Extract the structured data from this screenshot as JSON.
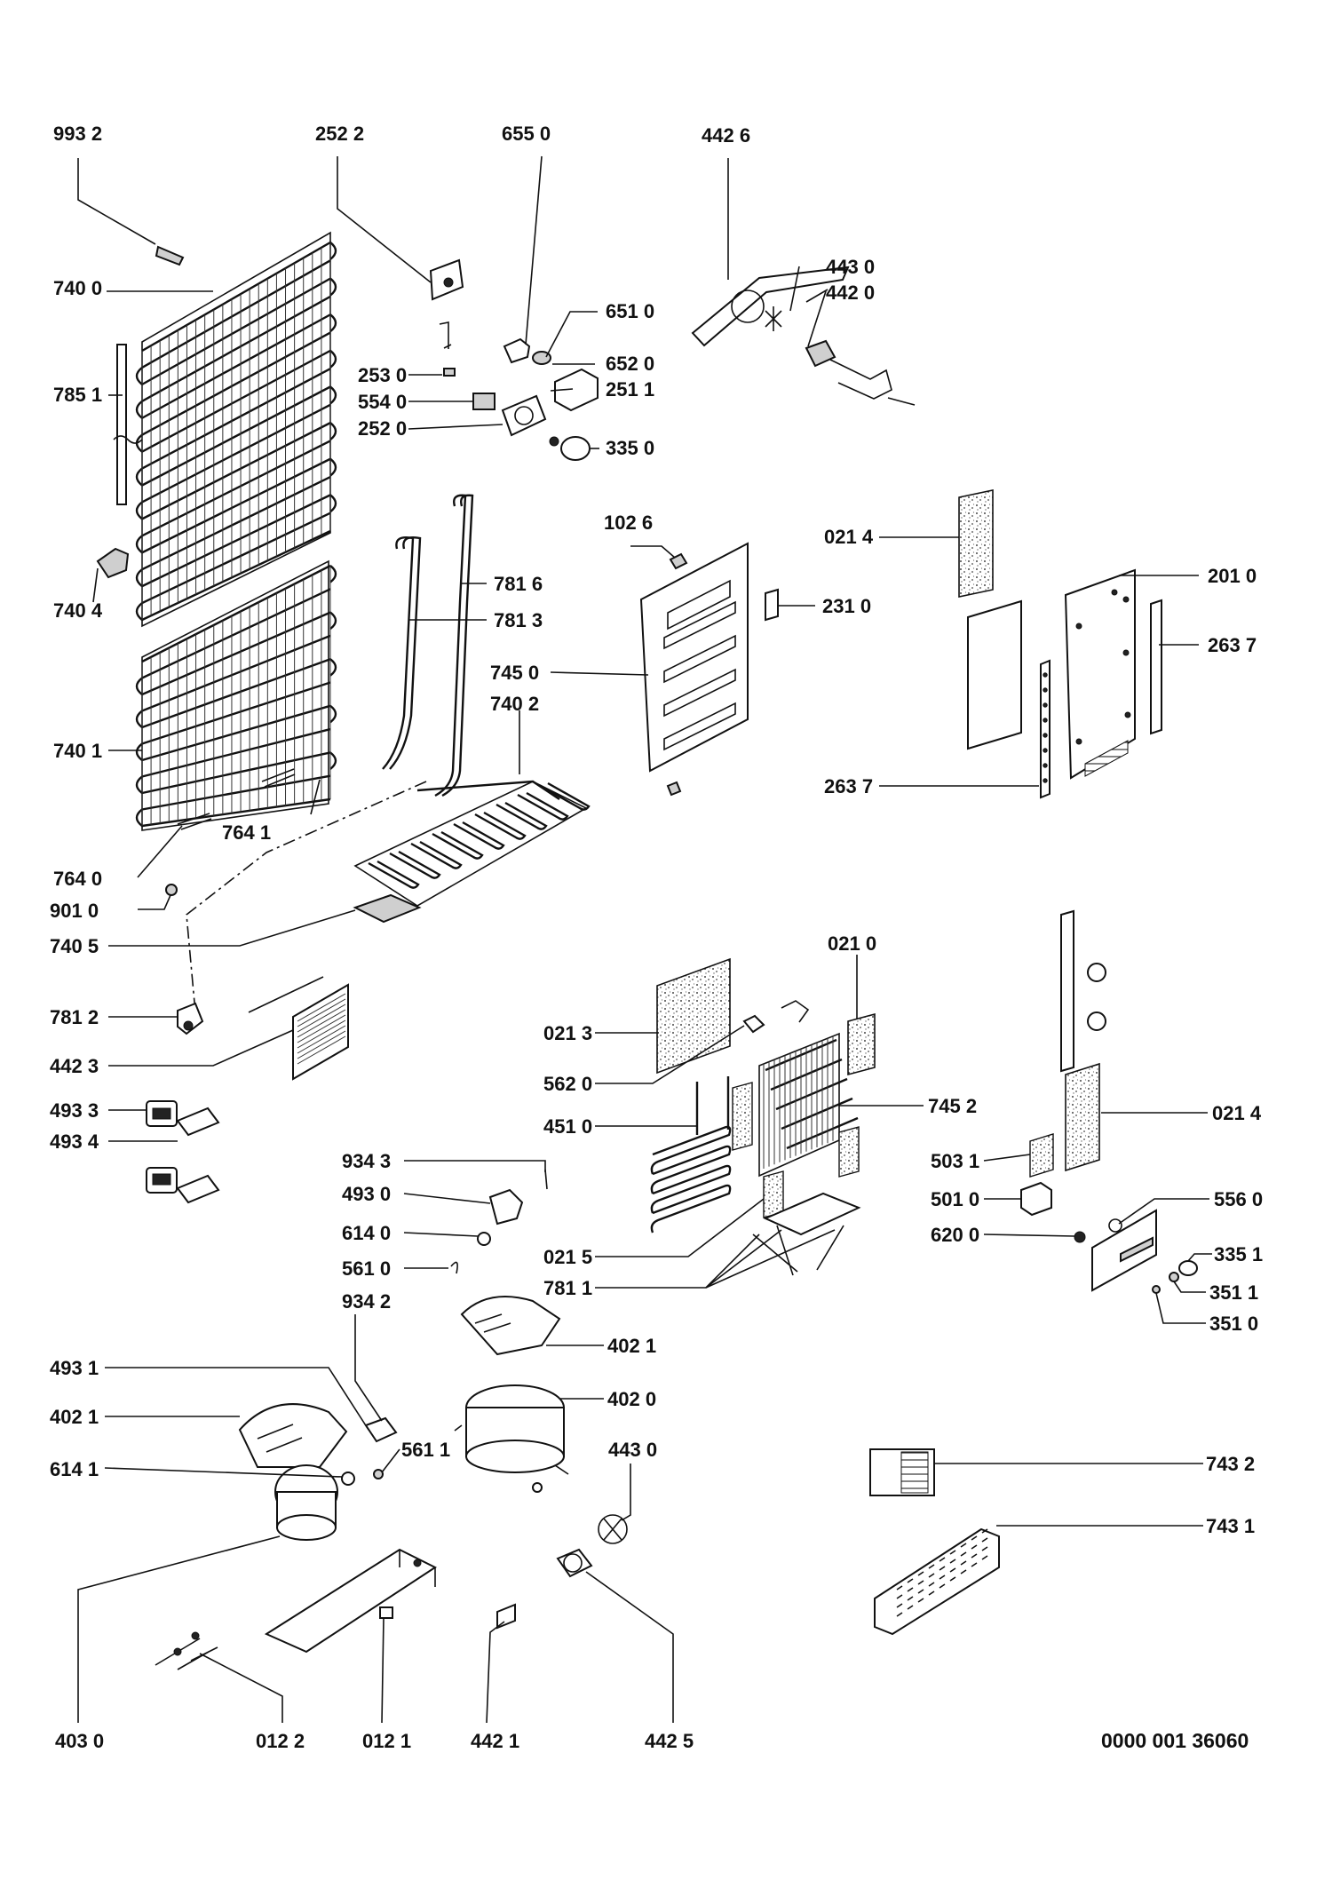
{
  "drawing_ref": "0000 001 36060",
  "labels": {
    "l_993_2": "993 2",
    "l_252_2": "252 2",
    "l_655_0": "655 0",
    "l_442_6": "442 6",
    "l_443_0_top": "443 0",
    "l_442_0": "442 0",
    "l_740_0": "740 0",
    "l_651_0": "651 0",
    "l_785_1": "785 1",
    "l_652_0": "652 0",
    "l_253_0": "253 0",
    "l_251_1": "251 1",
    "l_554_0": "554 0",
    "l_252_0": "252 0",
    "l_335_0": "335 0",
    "l_102_6": "102 6",
    "l_021_4_top": "021 4",
    "l_201_0": "201 0",
    "l_740_4": "740 4",
    "l_781_6": "781 6",
    "l_231_0": "231 0",
    "l_781_3": "781 3",
    "l_263_7_right": "263 7",
    "l_745_0": "745 0",
    "l_740_2": "740 2",
    "l_740_1": "740 1",
    "l_263_7_bottom": "263 7",
    "l_764_1": "764 1",
    "l_764_0": "764 0",
    "l_901_0": "901 0",
    "l_740_5": "740 5",
    "l_021_0": "021 0",
    "l_781_2": "781 2",
    "l_021_3": "021 3",
    "l_442_3": "442 3",
    "l_562_0": "562 0",
    "l_745_2": "745 2",
    "l_493_3": "493 3",
    "l_021_4_mid": "021 4",
    "l_451_0": "451 0",
    "l_493_4": "493 4",
    "l_934_3": "934 3",
    "l_503_1": "503 1",
    "l_493_0": "493 0",
    "l_501_0": "501 0",
    "l_556_0": "556 0",
    "l_614_0": "614 0",
    "l_620_0": "620 0",
    "l_021_5": "021 5",
    "l_335_1": "335 1",
    "l_561_0": "561 0",
    "l_781_1": "781 1",
    "l_351_1": "351 1",
    "l_934_2": "934 2",
    "l_351_0": "351 0",
    "l_402_1_right": "402 1",
    "l_493_1": "493 1",
    "l_402_0": "402 0",
    "l_402_1_left": "402 1",
    "l_561_1": "561 1",
    "l_443_0_bottom": "443 0",
    "l_614_1": "614 1",
    "l_743_2": "743 2",
    "l_743_1": "743 1",
    "l_403_0": "403 0",
    "l_012_2": "012 2",
    "l_012_1": "012 1",
    "l_442_1": "442 1",
    "l_442_5": "442 5"
  }
}
